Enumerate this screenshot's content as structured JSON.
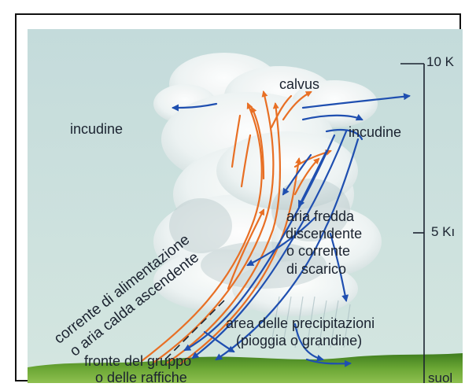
{
  "labels": {
    "calvus": "calvus",
    "incudine_left": "incudine",
    "incudine_right": "incudine",
    "aria_fredda": "aria fredda",
    "discendente": "discendente",
    "o_corrente": "o  corrente",
    "di_scarico": "di scarico",
    "area_precipitazioni": "area delle precipitazioni",
    "pioggia_grandine": "(pioggia o grandine)",
    "corrente_alimentazione": "corrente di alimentazione",
    "aria_calda": "o aria calda ascendente",
    "fronte_gruppo": "fronte del gruppo",
    "delle_raffiche": "o delle raffiche"
  },
  "altitude_scale": {
    "top": "10 K",
    "middle": "5 Kı",
    "ground": "suol"
  },
  "colors": {
    "sky": "#c5dcdd",
    "ground": "#5c9a2c",
    "warm_updraft": "#e86f24",
    "cold_downdraft": "#1f4fb0",
    "scale_line": "#1b2330"
  }
}
